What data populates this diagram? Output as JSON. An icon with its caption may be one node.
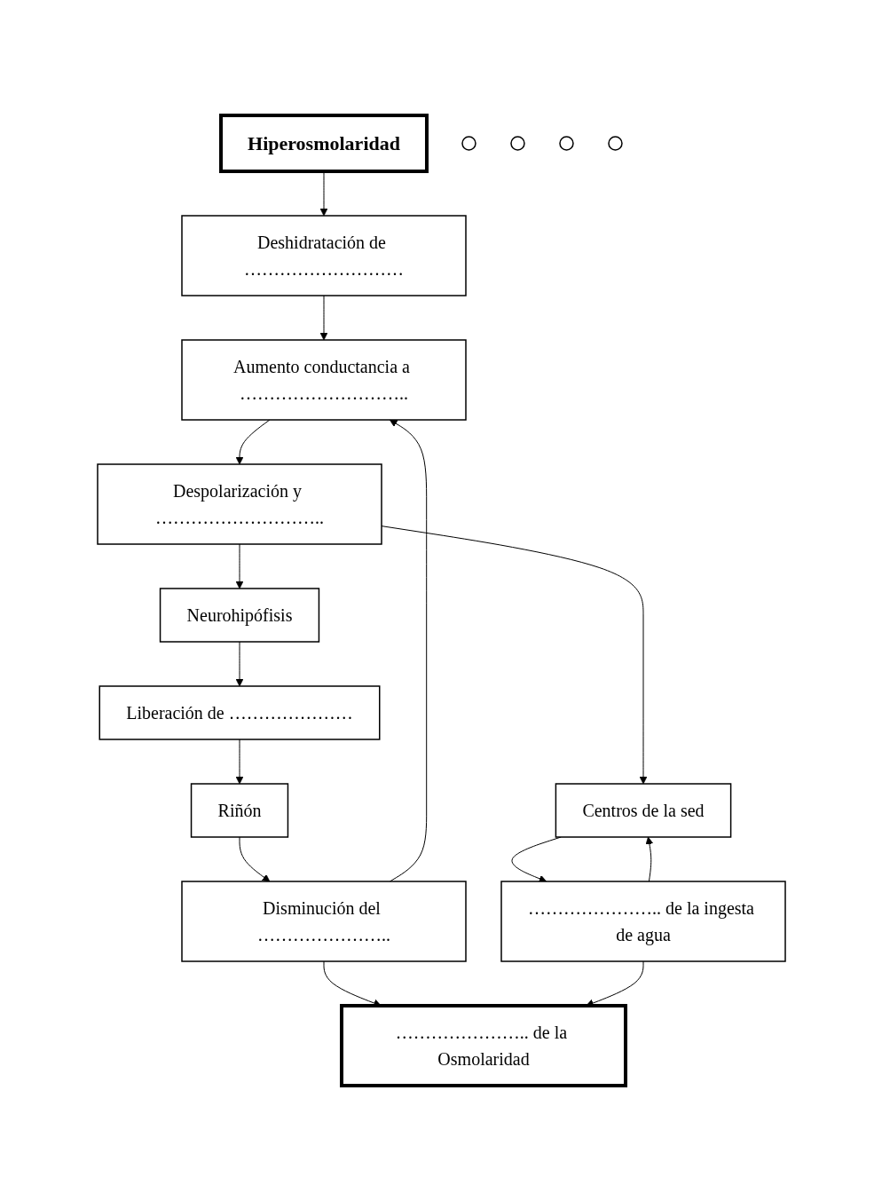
{
  "diagram": {
    "nodes": [
      {
        "text": [
          "Hiperosmolaridad"
        ]
      },
      {
        "text": [
          "Deshidratación de ………………………"
        ]
      },
      {
        "text": [],
        "shape": "circle"
      },
      {
        "text": [
          "Aumento conductancia a ……………………….."
        ]
      },
      {
        "text": [
          "Despolarización y ……………………….."
        ]
      },
      {
        "text": [],
        "shape": "circle"
      },
      {
        "text": [],
        "shape": "circle"
      },
      {
        "text": [],
        "shape": "circle"
      },
      {
        "text": [
          "Neurohipófisis"
        ]
      },
      {
        "text": [
          "Centros de la sed"
        ]
      },
      {
        "text": [
          "Liberación de …………………"
        ]
      },
      {
        "text": [
          "Riñón"
        ]
      },
      {
        "text": [
          "………………….. de la ingesta de agua"
        ]
      },
      {
        "text": [
          "Disminución del ………………….."
        ]
      },
      {
        "text": [
          "………………….. de la Osmolaridad"
        ]
      }
    ],
    "edges": [
      {
        "from": 0,
        "to": 1,
        "arrow": "to"
      },
      {
        "from": 1,
        "to": 3,
        "arrow": "to"
      },
      {
        "from": 3,
        "to": 4,
        "arrow": "to"
      },
      {
        "from": 4,
        "to": 8,
        "arrow": "to"
      },
      {
        "from": 4,
        "to": 9,
        "arrow": "to"
      },
      {
        "from": 8,
        "to": 10,
        "arrow": "to"
      },
      {
        "from": 10,
        "to": 11,
        "arrow": "to"
      },
      {
        "from": 11,
        "to": 13,
        "arrow": "to"
      },
      {
        "from": 9,
        "to": 12,
        "arrow": "to"
      },
      {
        "from": 13,
        "to": 3,
        "arrow": "to"
      },
      {
        "from": 12,
        "to": 9,
        "arrow": "to"
      },
      {
        "from": 13,
        "to": 14,
        "arrow": "to"
      },
      {
        "from": 12,
        "to": 14,
        "arrow": "to"
      }
    ]
  }
}
